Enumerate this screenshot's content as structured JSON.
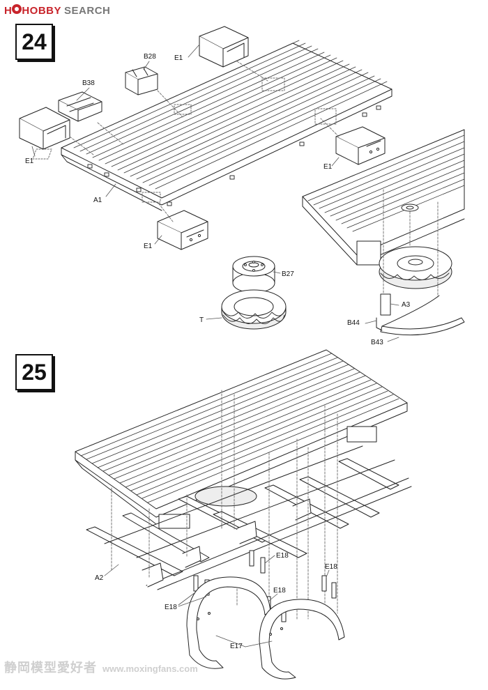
{
  "watermark": {
    "brand": "HOBBY",
    "search": "SEARCH",
    "footer_cjk": "静岡模型愛好者",
    "footer_url": "www.moxingfans.com"
  },
  "steps": {
    "step_24": "24",
    "step_25": "25"
  },
  "parts": {
    "b28": "B28",
    "e1_top": "E1",
    "b38": "B38",
    "e1_left": "E1",
    "a1": "A1",
    "e1_right": "E1",
    "e1_bottom": "E1",
    "b27": "B27",
    "t": "T",
    "a3": "A3",
    "b44": "B44",
    "b43": "B43",
    "a2": "A2",
    "e18_a": "E18",
    "e18_b": "E18",
    "e18_c": "E18",
    "e18_d": "E18",
    "e17": "E17"
  },
  "colors": {
    "line": "#222222",
    "leader": "#555555",
    "tire_fill": "#eeeeee",
    "watermark_red": "#c8242b"
  }
}
